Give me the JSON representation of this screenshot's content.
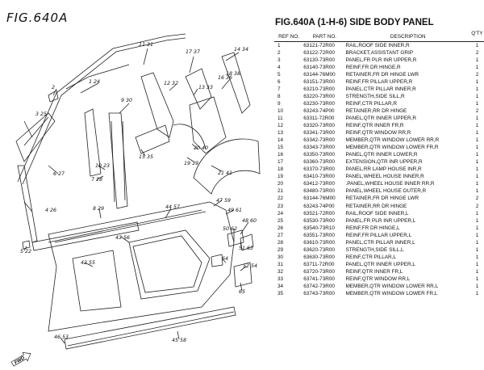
{
  "figure_code": "FIG.640A",
  "title": "FIG.640A (1-H-6) SIDE BODY PANEL",
  "headers": {
    "ref": "REF NO.",
    "part": "PART NO.",
    "desc": "DESCRIPTION",
    "qty": "Q'TY"
  },
  "rows": [
    {
      "ref": "1",
      "part": "63121-72R00",
      "desc": "RAIL,ROOF SIDE INNER,R",
      "qty": "1"
    },
    {
      "ref": "2",
      "part": "63122-72R00",
      "desc": "BRACKET,ASSISTANT GRIP",
      "qty": "2"
    },
    {
      "ref": "3",
      "part": "63130-73R00",
      "desc": "PANEL,FR PLR INR UPPER,R",
      "qty": "1"
    },
    {
      "ref": "4",
      "part": "63140-73R00",
      "desc": "REINF,FR DR HINGE,R",
      "qty": "1"
    },
    {
      "ref": "5",
      "part": "63144-76M00",
      "desc": "RETAINER,FR DR HINGE LWR",
      "qty": "2"
    },
    {
      "ref": "6",
      "part": "63151-73R00",
      "desc": "REINF,FR PILLAR UPPER,R",
      "qty": "1"
    },
    {
      "ref": "7",
      "part": "63210-73R00",
      "desc": "PANEL,CTR PILLAR INNER,R",
      "qty": "1"
    },
    {
      "ref": "8",
      "part": "63220-73R00",
      "desc": "STRENGTH,SIDE SILL,R",
      "qty": "1"
    },
    {
      "ref": "9",
      "part": "63230-73R00",
      "desc": "REINF,CTR PILLAR,R",
      "qty": "1"
    },
    {
      "ref": "10",
      "part": "63243-74P00",
      "desc": "RETAINER,RR DR HINGE",
      "qty": "2"
    },
    {
      "ref": "11",
      "part": "63311-72R00",
      "desc": "PANEL,QTR INNER UPPER,R",
      "qty": "1"
    },
    {
      "ref": "12",
      "part": "63320-73R00",
      "desc": "REINF,QTR INNER FR,R",
      "qty": "1"
    },
    {
      "ref": "13",
      "part": "63341-73R00",
      "desc": "REINF,QTR WINDOW RR,R",
      "qty": "1"
    },
    {
      "ref": "14",
      "part": "63342-73R00",
      "desc": "MEMBER,QTR WINDOW LOWER RR,R",
      "qty": "1"
    },
    {
      "ref": "15",
      "part": "63343-73R00",
      "desc": "MEMBER,QTR WINDOW LOWER FR,R",
      "qty": "1"
    },
    {
      "ref": "16",
      "part": "63350-73R00",
      "desc": "PANEL,QTR INNER LOWER,R",
      "qty": "1"
    },
    {
      "ref": "17",
      "part": "63360-73R00",
      "desc": "EXTENSION,QTR INR UPPER,R",
      "qty": "1"
    },
    {
      "ref": "18",
      "part": "63370-73R00",
      "desc": "PANEL,RR LAMP HOUSE INR,R",
      "qty": "1"
    },
    {
      "ref": "19",
      "part": "63410-73R00",
      "desc": "PANEL,WHEEL HOUSE INNER,R",
      "qty": "1"
    },
    {
      "ref": "20",
      "part": "63412-73R00",
      "desc": ".PANEL,WHEEL HOUSE INNER RR,R",
      "qty": "1"
    },
    {
      "ref": "21",
      "part": "63480-73R00",
      "desc": "PANEL,WHEEL HOUSE OUTER,R",
      "qty": "1"
    },
    {
      "ref": "22",
      "part": "63144-76M00",
      "desc": "RETAINER,FR DR HINGE LWR",
      "qty": "2"
    },
    {
      "ref": "23",
      "part": "63243-74P00",
      "desc": "RETAINER,RR DR HINGE",
      "qty": "2"
    },
    {
      "ref": "24",
      "part": "63521-72R00",
      "desc": "RAIL,ROOF SIDE INNER,L",
      "qty": "1"
    },
    {
      "ref": "25",
      "part": "63530-73R00",
      "desc": "PANEL,FR PLR INR UPPER,L",
      "qty": "1"
    },
    {
      "ref": "26",
      "part": "63540-73R10",
      "desc": "REINF,FR DR HINGE,L",
      "qty": "1"
    },
    {
      "ref": "27",
      "part": "63551-73R00",
      "desc": "REINF,FR PILLAR UPPER,L",
      "qty": "1"
    },
    {
      "ref": "28",
      "part": "63610-73R00",
      "desc": "PANEL,CTR PILLAR INNER,L",
      "qty": "1"
    },
    {
      "ref": "29",
      "part": "63620-73R00",
      "desc": "STRENGTH,SIDE SILL,L",
      "qty": "1"
    },
    {
      "ref": "30",
      "part": "63630-73R00",
      "desc": "REINF,CTR PILLAR,L",
      "qty": "1"
    },
    {
      "ref": "31",
      "part": "63711-72R00",
      "desc": "PANEL,QTR INNER UPPER,L",
      "qty": "1"
    },
    {
      "ref": "32",
      "part": "63720-73R00",
      "desc": "REINF,QTR INNER FR,L",
      "qty": "1"
    },
    {
      "ref": "33",
      "part": "63741-73R00",
      "desc": "REINF,QTR WINDOW RR,L",
      "qty": "1"
    },
    {
      "ref": "34",
      "part": "63742-73R00",
      "desc": "MEMBER,QTR WINDOW LOWER RR,L",
      "qty": "1"
    },
    {
      "ref": "35",
      "part": "63743-73R00",
      "desc": "MEMBER,QTR WINDOW LOWER FR,L",
      "qty": "1"
    }
  ],
  "diagram": {
    "callouts": [
      "11 31",
      "17 37",
      "14 34",
      "1 24",
      "2",
      "16 36",
      "18 38",
      "12 32",
      "13 33",
      "9 30",
      "3 25",
      "20 40",
      "15 35",
      "19 39",
      "21 41",
      "6 27",
      "10 23",
      "7 28",
      "8 29",
      "44 57",
      "47 59",
      "49 61",
      "48 60",
      "4 26",
      "50 62",
      "51 63",
      "43 56",
      "5 22",
      "42 55",
      "64",
      "52 54",
      "65",
      "46 53",
      "45 58"
    ],
    "fwd_label": "FWD"
  }
}
